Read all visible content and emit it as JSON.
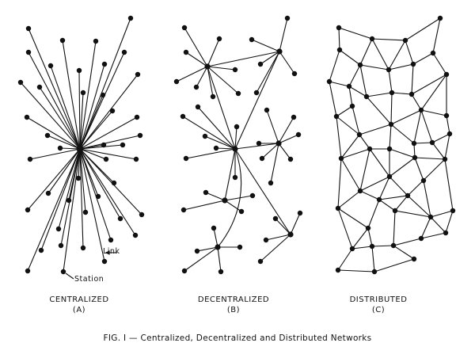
{
  "panels": [
    {
      "title": "CENTRALIZED",
      "letter": "(A)"
    },
    {
      "title": "DECENTRALIZED",
      "letter": "(B)"
    },
    {
      "title": "DISTRIBUTED",
      "letter": "(C)"
    }
  ],
  "annotations": {
    "link": "Link",
    "station": "Station"
  },
  "caption": "FIG. I — Centralized, Decentralized and Distributed Networks",
  "colors": {
    "ink": "#111111",
    "background": "#ffffff"
  }
}
